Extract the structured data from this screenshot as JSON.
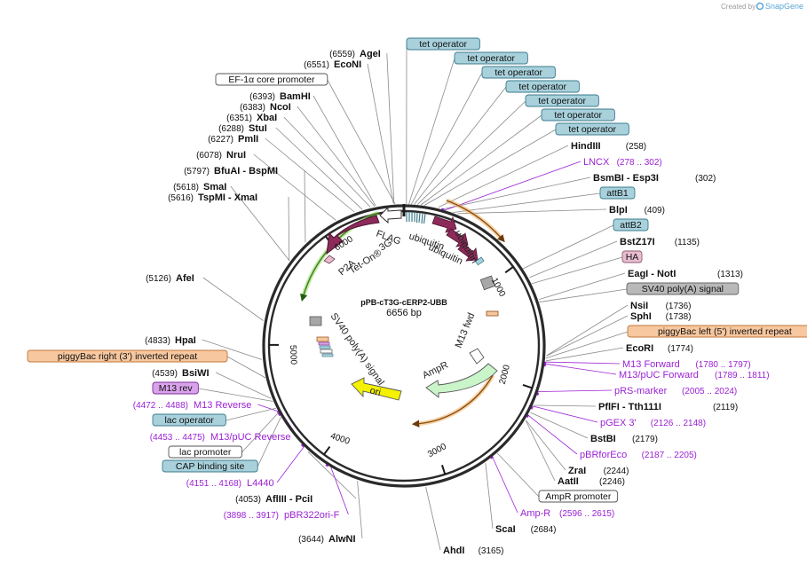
{
  "credit": {
    "prefix": "Created by",
    "brand": "SnapGene"
  },
  "plasmid": {
    "name": "pPB-cT3G-cERP2-UBB",
    "size": "6656 bp"
  },
  "ticks": [
    "1000",
    "2000",
    "3000",
    "4000",
    "5000",
    "6000"
  ],
  "enzymes": [
    {
      "pos": "(6559)",
      "name": "AgeI"
    },
    {
      "pos": "(6551)",
      "name": "EcoNI"
    },
    {
      "pos": "(6393)",
      "name": "BamHI"
    },
    {
      "pos": "(6383)",
      "name": "NcoI"
    },
    {
      "pos": "(6351)",
      "name": "XbaI"
    },
    {
      "pos": "(6288)",
      "name": "StuI"
    },
    {
      "pos": "(6227)",
      "name": "PmlI"
    },
    {
      "pos": "(6078)",
      "name": "NruI"
    },
    {
      "pos": "(5797)",
      "name": "BfuAI",
      "name2": "BspMI"
    },
    {
      "pos": "(5618)",
      "name": "SmaI"
    },
    {
      "pos": "(5616)",
      "name": "TspMI",
      "name2": "XmaI"
    },
    {
      "pos": "(5126)",
      "name": "AfeI"
    },
    {
      "pos": "(4833)",
      "name": "HpaI"
    },
    {
      "pos": "(4539)",
      "name": "BsiWI"
    },
    {
      "pos": "(4053)",
      "name": "AflIII",
      "name2": "PciI"
    },
    {
      "pos": "(3644)",
      "name": "AlwNI"
    },
    {
      "pos": "(3165)",
      "name": "AhdI"
    },
    {
      "pos": "(2684)",
      "name": "ScaI"
    },
    {
      "pos": "(2246)",
      "name": "AatII"
    },
    {
      "pos": "(2244)",
      "name": "ZraI"
    },
    {
      "pos": "(2179)",
      "name": "BstBI"
    },
    {
      "pos": "(2119)",
      "name": "PflFI",
      "name2": "Tth111I"
    },
    {
      "pos": "(1774)",
      "name": "EcoRI"
    },
    {
      "pos": "(1738)",
      "name": "SphI"
    },
    {
      "pos": "(1736)",
      "name": "NsiI"
    },
    {
      "pos": "(1313)",
      "name": "EagI",
      "name2": "NotI"
    },
    {
      "pos": "(1135)",
      "name": "BstZ17I"
    },
    {
      "pos": "(409)",
      "name": "BlpI"
    },
    {
      "pos": "(302)",
      "name": "BsmBI",
      "name2": "Esp3I"
    },
    {
      "pos": "(258)",
      "name": "HindIII"
    }
  ],
  "primers": [
    {
      "name": "LNCX",
      "range": "(278 .. 302)"
    },
    {
      "name": "M13 Forward",
      "range": "(1780 .. 1797)"
    },
    {
      "name": "M13/pUC Forward",
      "range": "(1789 .. 1811)"
    },
    {
      "name": "pRS-marker",
      "range": "(2005 .. 2024)"
    },
    {
      "name": "pGEX 3'",
      "range": "(2126 .. 2148)"
    },
    {
      "name": "pBRforEco",
      "range": "(2187 .. 2205)"
    },
    {
      "name": "Amp-R",
      "range": "(2596 .. 2615)"
    },
    {
      "name": "M13 Reverse",
      "range": "(4472 .. 4488)"
    },
    {
      "name": "M13/pUC Reverse",
      "range": "(4453 .. 4475)"
    },
    {
      "name": "L4440",
      "range": "(4151 .. 4168)"
    },
    {
      "name": "pBR322ori-F",
      "range": "(3898 .. 3917)"
    }
  ],
  "boxes": [
    {
      "label": "tet operator",
      "kind": "teal"
    },
    {
      "label": "tet operator",
      "kind": "teal"
    },
    {
      "label": "tet operator",
      "kind": "teal"
    },
    {
      "label": "tet operator",
      "kind": "teal"
    },
    {
      "label": "tet operator",
      "kind": "teal"
    },
    {
      "label": "tet operator",
      "kind": "teal"
    },
    {
      "label": "tet operator",
      "kind": "teal"
    },
    {
      "label": "attB1",
      "kind": "teal"
    },
    {
      "label": "attB2",
      "kind": "teal"
    },
    {
      "label": "HA",
      "kind": "pink"
    },
    {
      "label": "SV40 poly(A) signal",
      "kind": "gray"
    },
    {
      "label": "piggyBac left (5') inverted repeat",
      "kind": "orange"
    },
    {
      "label": "AmpR promoter",
      "kind": "white"
    },
    {
      "label": "EF-1α core promoter",
      "kind": "white"
    },
    {
      "label": "piggyBac right (3') inverted repeat",
      "kind": "orange"
    },
    {
      "label": "M13 rev",
      "kind": "violet"
    },
    {
      "label": "lac operator",
      "kind": "teal"
    },
    {
      "label": "lac promoter",
      "kind": "white"
    },
    {
      "label": "CAP binding site",
      "kind": "teal"
    }
  ],
  "inner_labels": [
    "ubiquitin",
    "ubiquitin",
    "ubiquitin",
    "FLAG",
    "3G",
    "Tet-On®",
    "P2A",
    "SV40 poly(A) signal",
    "ori",
    "AmpR",
    "M13 fwd"
  ],
  "colors": {
    "teal_fill": "#a8d1dc",
    "teal_stroke": "#3d7b8c",
    "gray_fill": "#b9b9b9",
    "pink_fill": "#e8bdd0",
    "orange_fill": "#f7c79f",
    "orange_stroke": "#c0773b",
    "violet_fill": "#d9a3eb",
    "primer": "#9b22d6",
    "ubiquitin": "#8c2a5a",
    "ori": "#f4f200",
    "ampr": "#c9f5c9",
    "green_arc": "#8ed857",
    "orange_arc": "#efb46b"
  }
}
